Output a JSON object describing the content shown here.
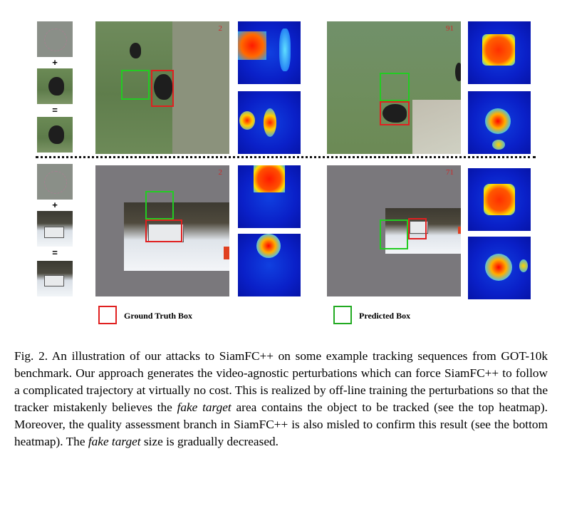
{
  "figure": {
    "top_row": {
      "frame1_number": "2",
      "frame2_number": "91"
    },
    "bottom_row": {
      "frame1_number": "2",
      "frame2_number": "71"
    },
    "operators": {
      "plus": "+",
      "equals": "="
    },
    "legend": {
      "ground_truth_label": "Ground Truth Box",
      "predicted_label": "Predicted Box",
      "ground_truth_color": "#e02020",
      "predicted_color": "#22aa22"
    }
  },
  "caption": {
    "label": "Fig. 2.",
    "part1": "An illustration of our attacks to SiamFC++ on some example tracking sequences from GOT-10k benchmark. Our approach generates the video-agnostic perturbations which can force SiamFC++ to follow a complicated trajectory at virtually no cost. This is realized by off-line training the perturbations so that the tracker mistakenly believes the",
    "emph1": "fake target",
    "part2": "area contains the object to be tracked (see the top heatmap). Moreover, the quality assessment branch in SiamFC++ is also misled to confirm this result (see the bottom heatmap). The",
    "emph2": "fake target",
    "part3": "size is gradually decreased."
  }
}
